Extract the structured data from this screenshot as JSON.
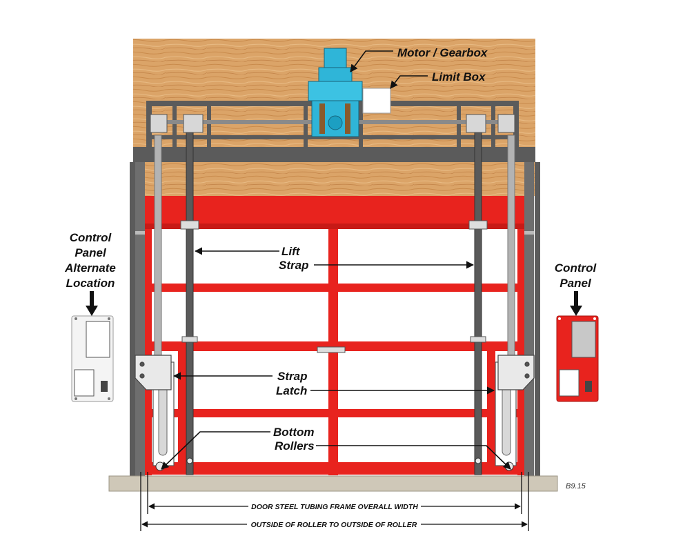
{
  "labels": {
    "motor_gearbox": "Motor / Gearbox",
    "limit_box": "Limit Box",
    "lift_strap_line1": "Lift",
    "lift_strap_line2": "Strap",
    "strap_latch_line1": "Strap",
    "strap_latch_line2": "Latch",
    "bottom_rollers_line1": "Bottom",
    "bottom_rollers_line2": "Rollers",
    "control_panel_line1": "Control",
    "control_panel_line2": "Panel",
    "alt_panel_line1": "Control",
    "alt_panel_line2": "Panel",
    "alt_panel_line3": "Alternate",
    "alt_panel_line4": "Location"
  },
  "dimensions": {
    "frame_width": "DOOR STEEL TUBING FRAME OVERALL WIDTH",
    "roller_width": "OUTSIDE OF ROLLER TO OUTSIDE OF ROLLER"
  },
  "figure_ref": "B9.15",
  "colors": {
    "door_frame": "#e8231e",
    "steel": "#5b5b5b",
    "wood_header": "#d9a064",
    "motor": "#2fb5d8",
    "control_panel": "#e8231e",
    "alt_panel": "#f2f2f2",
    "floor": "#cfc8b8"
  }
}
